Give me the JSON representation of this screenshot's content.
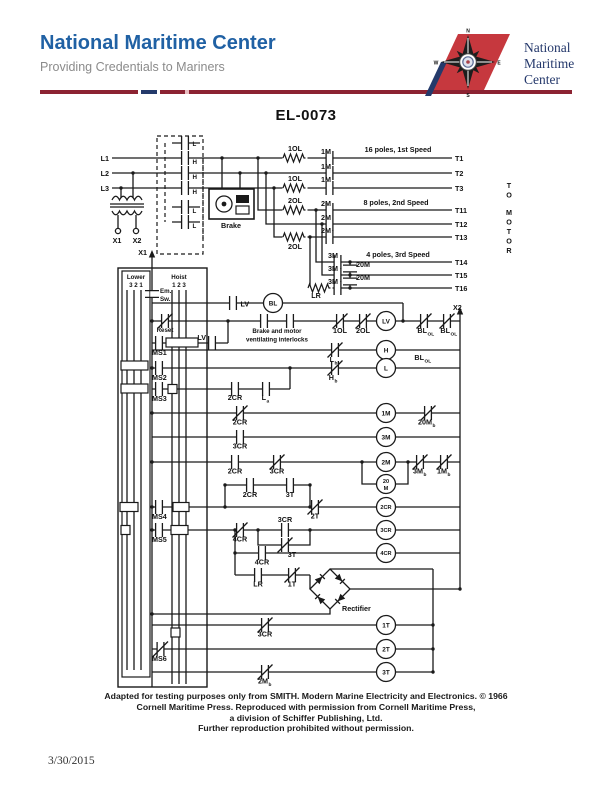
{
  "header": {
    "title": "National Maritime Center",
    "tagline": "Providing Credentials to Mariners",
    "logo": {
      "line1": "National",
      "line2": "Maritime",
      "line3": "Center",
      "n": "N",
      "e": "E",
      "s": "S",
      "w": "W"
    }
  },
  "doc": {
    "code": "EL-0073"
  },
  "diagram": {
    "labels": {
      "L1": "L1",
      "L2": "L2",
      "L3": "L3",
      "X1": "X1",
      "X2": "X2",
      "H": "H",
      "L": "L",
      "brake": "Brake",
      "OL1": "1OL",
      "OL2": "2OL",
      "M1": "1M",
      "M2": "2M",
      "M3": "3M",
      "M20": "20M",
      "M20a": "20",
      "M20b": "M",
      "LR": "LR",
      "speed1": "16 poles, 1st Speed",
      "speed2": "8 poles, 2nd Speed",
      "speed3": "4 poles, 3rd Speed",
      "T1": "T1",
      "T2": "T2",
      "T3": "T3",
      "T11": "T11",
      "T12": "T12",
      "T13": "T13",
      "T14": "T14",
      "T15": "T15",
      "T16": "T16",
      "to_motor": "TO MOTOR",
      "lower": "Lower",
      "lower_nums": "3 2 1",
      "hoist": "Hoist",
      "hoist_nums": "1 2 3",
      "em": "Em.",
      "sw": "Sw.",
      "reset": "Reset",
      "MS1": "MS1",
      "MS2": "MS2",
      "MS3": "MS3",
      "MS4": "MS4",
      "MS5": "MS5",
      "MS6": "MS6",
      "LV": "LV",
      "BL": "BL",
      "interlock1": "Brake and motor",
      "interlock2": "ventilating interlocks",
      "sub_OL": "OL",
      "sub_a": "a",
      "sub_b": "b",
      "CR2": "2CR",
      "CR3": "3CR",
      "CR4": "4CR",
      "T1c": "1T",
      "T2c": "2T",
      "T3c": "3T",
      "rectifier": "Rectifier"
    }
  },
  "footer": {
    "line1": "Adapted for testing purposes only from SMITH. Modern Marine Electricity and Electronics. © 1966",
    "line2": "Cornell Maritime Press. Reproduced with permission from Cornell Maritime Press,",
    "line3": "a division of Schiffer Publishing, Ltd.",
    "line4": "Further reproduction prohibited without permission.",
    "date": "3/30/2015"
  }
}
